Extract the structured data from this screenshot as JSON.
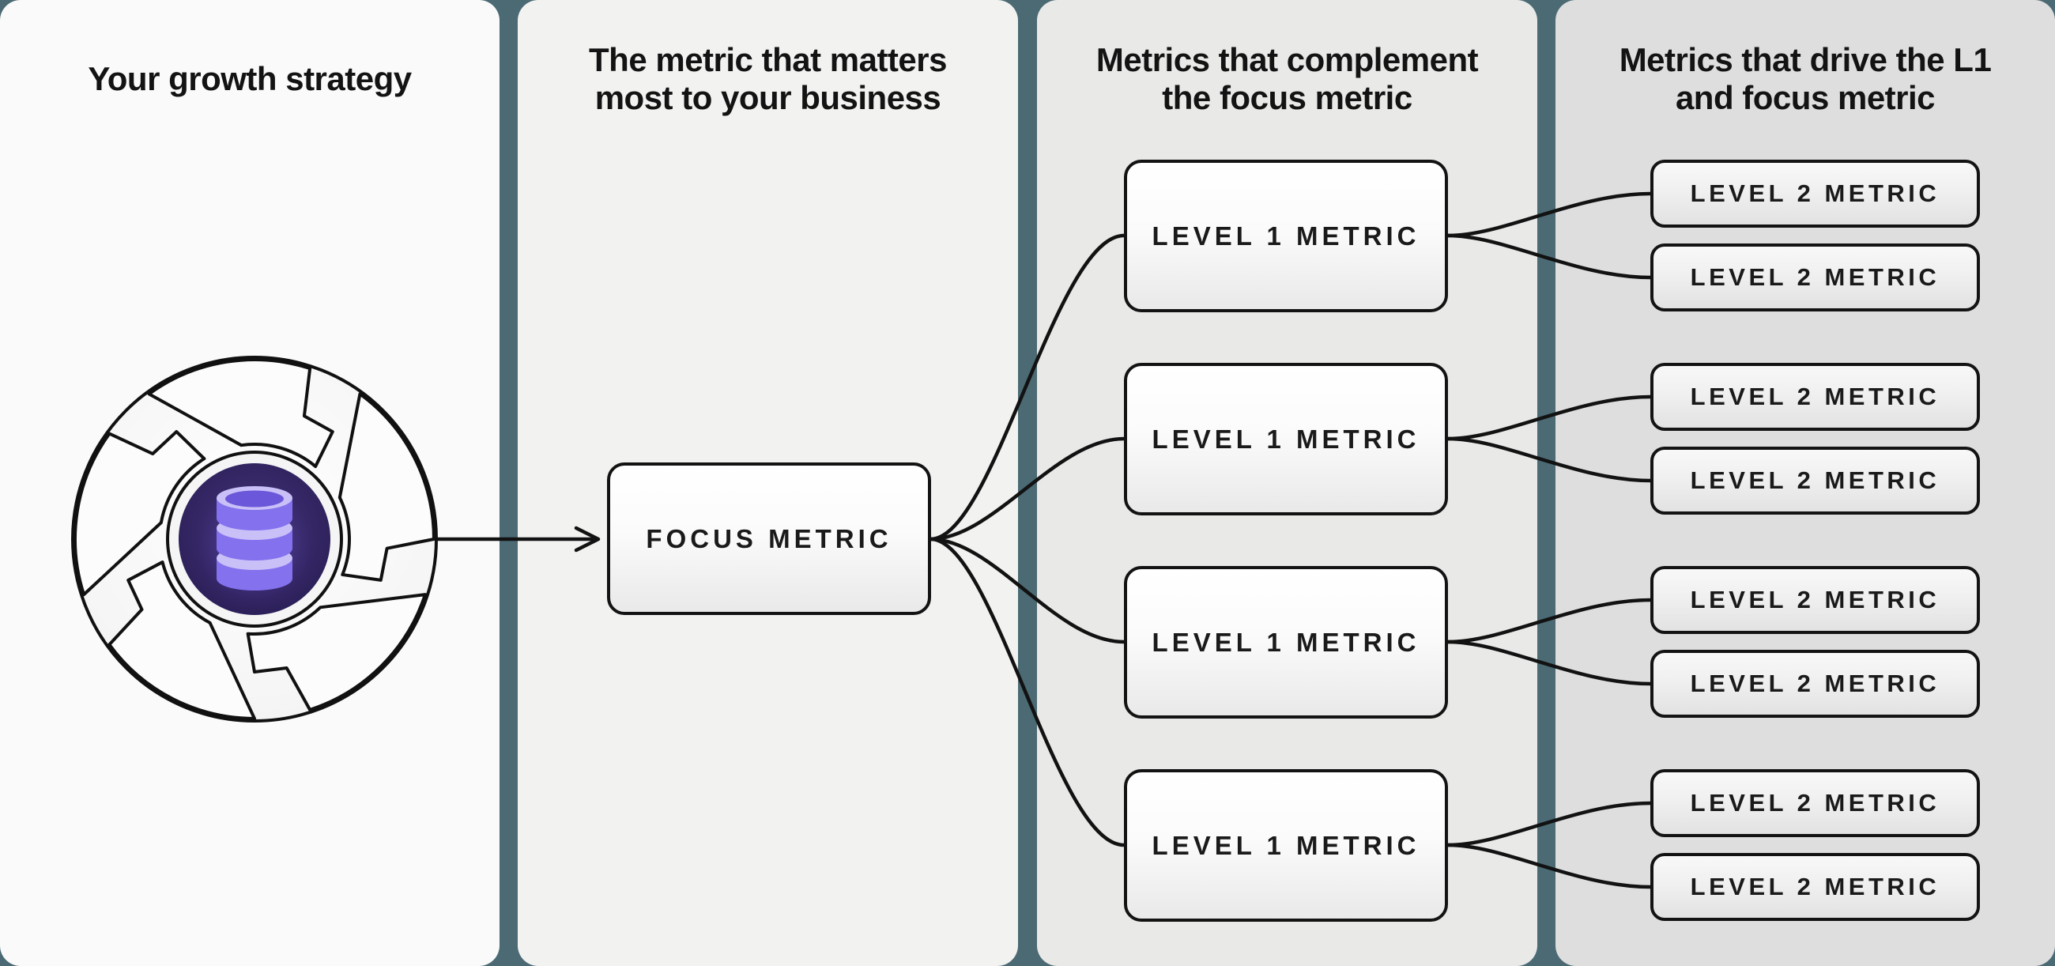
{
  "canvas": {
    "background_teal": "#4b6a74",
    "line_color": "#121212"
  },
  "columns": [
    {
      "title_lines": [
        "Your growth strategy"
      ],
      "panel_bg": "#fafafa"
    },
    {
      "title_lines": [
        "The metric that matters",
        "most to your business"
      ],
      "panel_bg": "#f2f2f1"
    },
    {
      "title_lines": [
        "Metrics that complement",
        "the focus metric"
      ],
      "panel_bg": "#e9e9e8"
    },
    {
      "title_lines": [
        "Metrics that drive the L1",
        "and focus metric"
      ],
      "panel_bg": "#dedede"
    }
  ],
  "focus_box": {
    "label": "FOCUS METRIC"
  },
  "level1_boxes": [
    {
      "label": "LEVEL 1 METRIC"
    },
    {
      "label": "LEVEL 1 METRIC"
    },
    {
      "label": "LEVEL 1 METRIC"
    },
    {
      "label": "LEVEL 1 METRIC"
    }
  ],
  "level2_boxes": [
    {
      "label": "LEVEL 2 METRIC"
    },
    {
      "label": "LEVEL 2 METRIC"
    },
    {
      "label": "LEVEL 2 METRIC"
    },
    {
      "label": "LEVEL 2 METRIC"
    },
    {
      "label": "LEVEL 2 METRIC"
    },
    {
      "label": "LEVEL 2 METRIC"
    },
    {
      "label": "LEVEL 2 METRIC"
    },
    {
      "label": "LEVEL 2 METRIC"
    }
  ],
  "icon": {
    "name": "growth-flywheel",
    "center_icon": "database",
    "flywheel_fill": "#fcfcfc",
    "core_purple_dark": "#241a4e",
    "database_purple": "#8471ee",
    "database_light": "#c9c0f8"
  }
}
